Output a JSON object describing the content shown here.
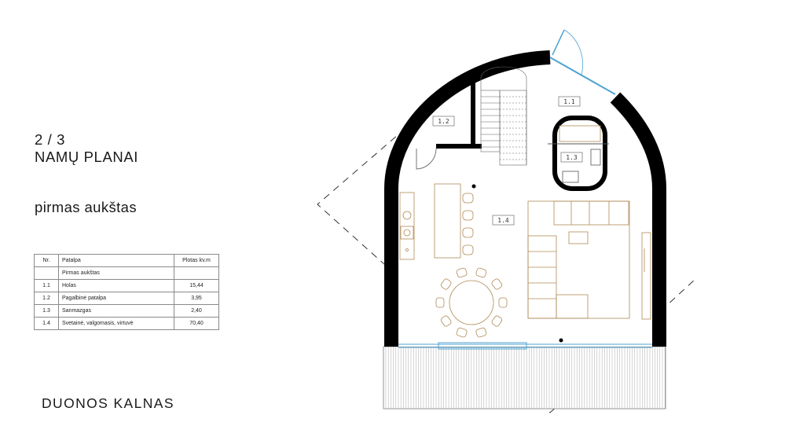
{
  "header": {
    "line1": "2 / 3",
    "line2": "NAMŲ PLANAI"
  },
  "subtitle": "pirmas aukštas",
  "table": {
    "columns": [
      "Nr.",
      "Patalpa",
      "Plotas kv.m"
    ],
    "section": "Pirmas aukštas",
    "rows": [
      {
        "nr": "1.1",
        "name": "Holas",
        "area": "15,44"
      },
      {
        "nr": "1.2",
        "name": "Pagalbinė patalpa",
        "area": "3,95"
      },
      {
        "nr": "1.3",
        "name": "Sanmazgas",
        "area": "2,40"
      },
      {
        "nr": "1.4",
        "name": "Svetainė, valgomasis, virtuvė",
        "area": "70,40"
      }
    ]
  },
  "logo": "DUONOS KALNAS",
  "plan": {
    "room_labels": [
      "1.1",
      "1.2",
      "1.3",
      "1.4"
    ],
    "colors": {
      "wall": "#000000",
      "furniture": "#b08a55",
      "glass": "#4fa3d1",
      "outline": "#555555"
    }
  }
}
